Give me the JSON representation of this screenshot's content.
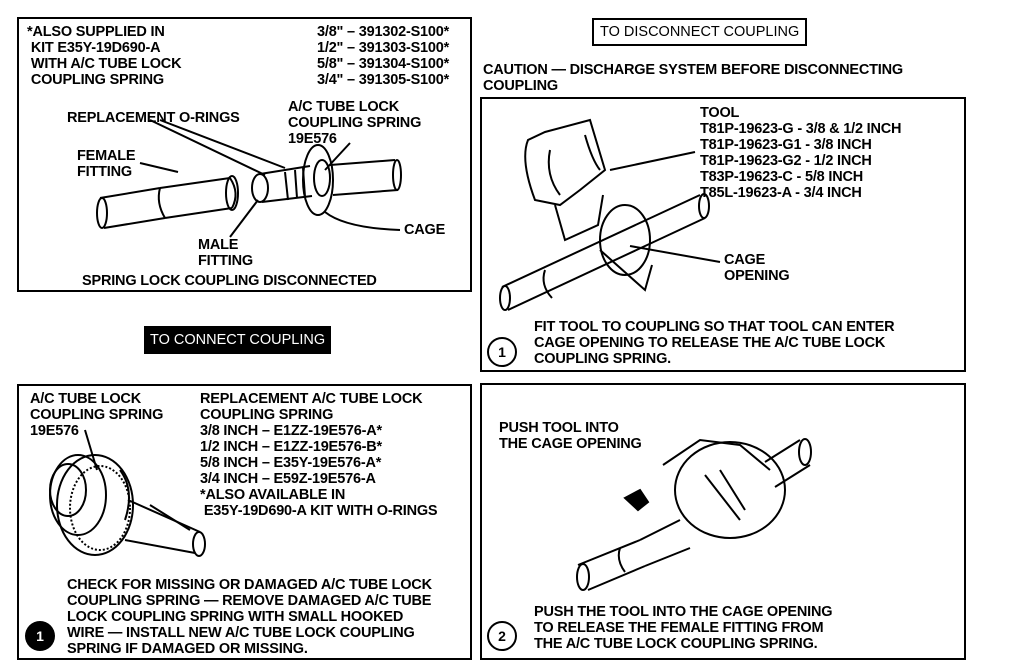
{
  "top_left_panel": {
    "note_lines": [
      "*ALSO SUPPLIED IN",
      " KIT E35Y-19D690-A",
      " WITH A/C TUBE LOCK",
      " COUPLING SPRING"
    ],
    "part_numbers": [
      "3/8\" – 391302-S100*",
      "1/2\" – 391303-S100*",
      "5/8\" – 391304-S100*",
      "3/4\" – 391305-S100*"
    ],
    "labels": {
      "replacement_orings": "REPLACEMENT O-RINGS",
      "spring": "A/C TUBE LOCK\nCOUPLING SPRING\n19E576",
      "female_fitting": "FEMALE\nFITTING",
      "male_fitting": "MALE\nFITTING",
      "cage": "CAGE"
    },
    "caption": "SPRING LOCK COUPLING DISCONNECTED"
  },
  "connect_section": {
    "title": "TO CONNECT COUPLING",
    "panel": {
      "spring_label": "A/C TUBE LOCK\nCOUPLING SPRING\n19E576",
      "replacement_title": "REPLACEMENT A/C TUBE LOCK\nCOUPLING SPRING",
      "replacement_parts": [
        "3/8 INCH – E1ZZ-19E576-A*",
        "1/2 INCH – E1ZZ-19E576-B*",
        "5/8 INCH – E35Y-19E576-A*",
        "3/4 INCH – E59Z-19E576-A"
      ],
      "availability_note": "*ALSO AVAILABLE IN\n E35Y-19D690-A KIT WITH O-RINGS",
      "step_number": "1",
      "instruction": "CHECK FOR MISSING OR DAMAGED A/C TUBE LOCK\nCOUPLING SPRING — REMOVE DAMAGED A/C TUBE\nLOCK COUPLING SPRING WITH SMALL HOOKED\nWIRE — INSTALL NEW A/C TUBE LOCK COUPLING\nSPRING IF DAMAGED OR MISSING."
    }
  },
  "disconnect_section": {
    "title": "TO DISCONNECT COUPLING",
    "caution": "CAUTION — DISCHARGE SYSTEM BEFORE DISCONNECTING\nCOUPLING",
    "step1": {
      "tool_heading": "TOOL",
      "tools": [
        "T81P-19623-G - 3/8 & 1/2 INCH",
        "T81P-19623-G1 - 3/8 INCH",
        "T81P-19623-G2 - 1/2 INCH",
        "T83P-19623-C - 5/8 INCH",
        "T85L-19623-A - 3/4 INCH"
      ],
      "cage_opening_label": "CAGE\nOPENING",
      "step_number": "1",
      "instruction": "FIT TOOL TO COUPLING SO THAT TOOL CAN ENTER\nCAGE OPENING TO RELEASE THE A/C TUBE LOCK\nCOUPLING SPRING."
    },
    "step2": {
      "label": "PUSH TOOL INTO\nTHE CAGE OPENING",
      "step_number": "2",
      "instruction": "PUSH THE TOOL INTO THE CAGE OPENING\nTO RELEASE THE FEMALE FITTING FROM\nTHE A/C TUBE LOCK COUPLING SPRING."
    }
  }
}
